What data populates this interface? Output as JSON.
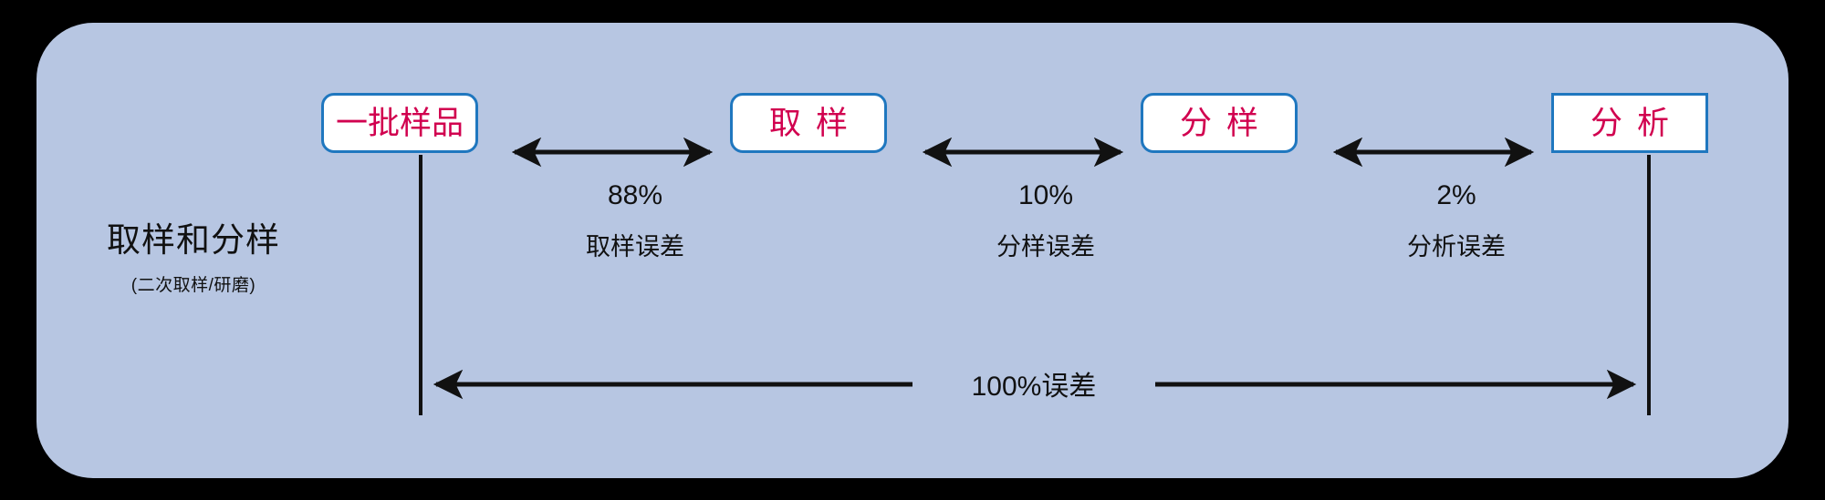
{
  "panel": {
    "background_color": "#b7c6e2",
    "outer_background_color": "#000000"
  },
  "caption": {
    "title": "取样和分样",
    "subtitle": "(二次取样/研磨)"
  },
  "theme": {
    "box_border_color": "#1f77bf",
    "box_fill_color": "#ffffff",
    "box_text_color": "#d1004f",
    "arrow_color": "#111111",
    "label_text_color": "#111111"
  },
  "nodes": [
    {
      "label": "一批样品",
      "shape": "rounded",
      "spaced": false
    },
    {
      "label": "取样",
      "shape": "rounded",
      "spaced": true
    },
    {
      "label": "分样",
      "shape": "rounded",
      "spaced": true
    },
    {
      "label": "分析",
      "shape": "square",
      "spaced": true
    }
  ],
  "gaps": [
    {
      "percent": "88%",
      "error": "取样误差"
    },
    {
      "percent": "10%",
      "error": "分样误差"
    },
    {
      "percent": "2%",
      "error": "分析误差"
    }
  ],
  "total": {
    "label": "100%误差"
  }
}
